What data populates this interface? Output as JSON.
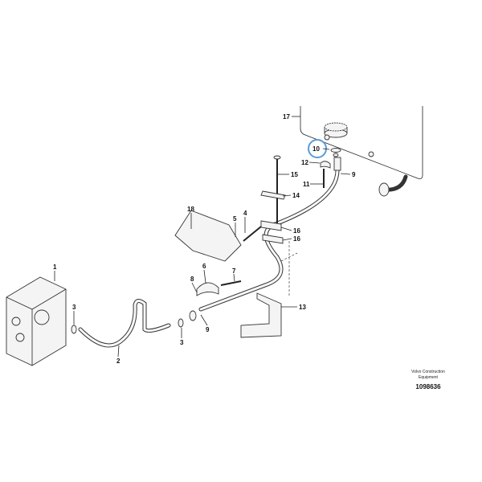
{
  "callouts": {
    "c17": "17",
    "c10": "10",
    "c12": "12",
    "c15": "15",
    "c9a": "9",
    "c11": "11",
    "c14": "14",
    "c18": "18",
    "c4": "4",
    "c5": "5",
    "c16a": "16",
    "c16b": "16",
    "c1": "1",
    "c6": "6",
    "c7": "7",
    "c8": "8",
    "c3a": "3",
    "c13": "13",
    "c9b": "9",
    "c3b": "3",
    "c2": "2"
  },
  "highlight_color": "#5b9bd5",
  "caption": {
    "brand_line1": "Volvo Construction",
    "brand_line2": "Equipment",
    "drawing_number": "1098636"
  }
}
